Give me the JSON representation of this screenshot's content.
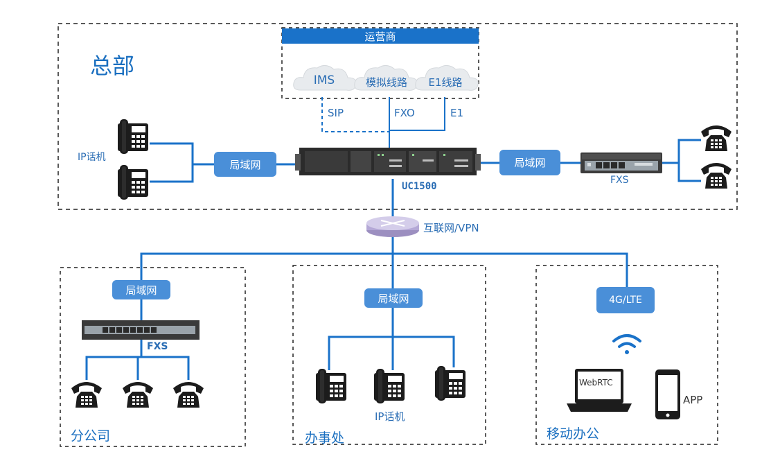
{
  "headquarters": {
    "title": "总部",
    "carrier": {
      "title": "运营商",
      "clouds": [
        "IMS",
        "模拟线路",
        "E1线路"
      ],
      "links": [
        "SIP",
        "FXO",
        "E1"
      ]
    },
    "left_group_label": "IP话机",
    "lan_left": "局域网",
    "lan_right": "局域网",
    "device_label": "UC1500",
    "fxs_label": "FXS"
  },
  "internet_label": "互联网/VPN",
  "branch": {
    "title": "分公司",
    "lan": "局域网",
    "fxs_label": "FXS"
  },
  "office": {
    "title": "办事处",
    "lan": "局域网",
    "phones_label": "IP话机"
  },
  "mobile": {
    "title": "移动办公",
    "network": "4G/LTE",
    "laptop_text": "WebRTC",
    "app_label": "APP"
  },
  "colors": {
    "line": "#1a72c9",
    "button": "#4a8fd8",
    "dash_border": "#222222"
  }
}
